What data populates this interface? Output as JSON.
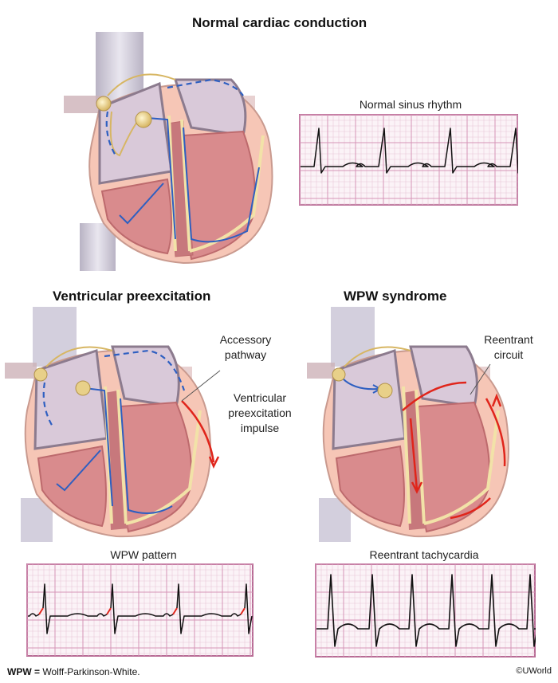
{
  "panels": {
    "normal": {
      "title": "Normal cardiac conduction",
      "ecg_label": "Normal sinus rhythm"
    },
    "preexcitation": {
      "title": "Ventricular preexcitation",
      "callout_pathway": "Accessory pathway",
      "callout_impulse": "Ventricular preexcitation impulse",
      "ecg_label": "WPW pattern"
    },
    "wpw": {
      "title": "WPW syndrome",
      "callout_circuit": "Reentrant circuit",
      "ecg_label": "Reentrant tachycardia"
    }
  },
  "footnote": {
    "abbr": "WPW",
    "eq": " = ",
    "text": "Wolff-Parkinson-White."
  },
  "credit": "©UWorld",
  "colors": {
    "conduction_normal": "#2e5fc1",
    "conduction_abnormal": "#e0251b",
    "ecg_grid_minor": "#e9c7d8",
    "ecg_grid_major": "#d694b7",
    "ecg_border": "#b86b95",
    "myocardium": "#d98b8d",
    "heart_outer": "#f6c6b6",
    "atrium": "#d9c9d9"
  },
  "icons": [
    "sa-node-icon",
    "av-node-icon"
  ]
}
